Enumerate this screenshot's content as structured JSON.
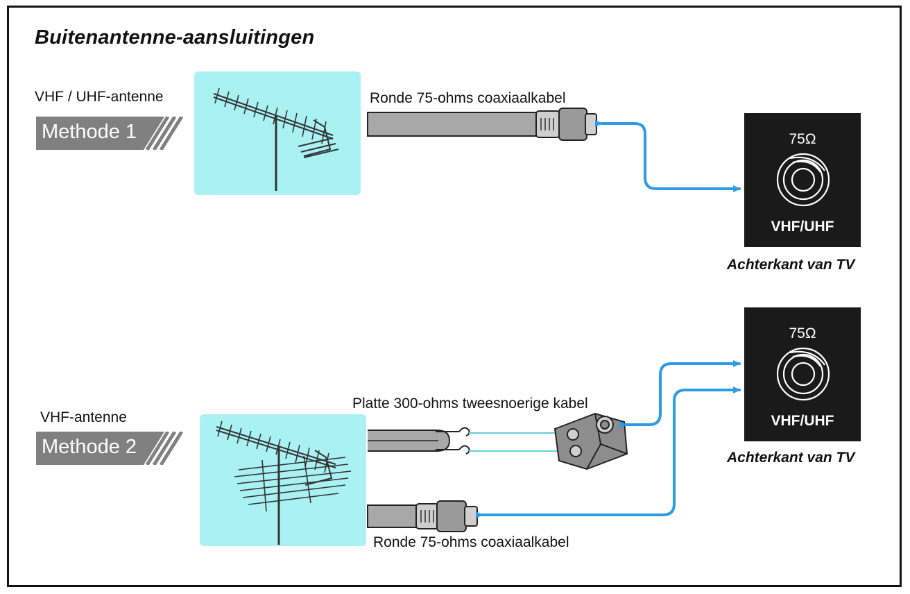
{
  "title": "Buitenantenne-aansluitingen",
  "method1": {
    "antenna_label": "VHF / UHF-antenne",
    "method_label": "Methode 1",
    "cable_label": "Ronde 75-ohms coaxiaalkabel"
  },
  "method2": {
    "antenna_label": "VHF-antenne",
    "method_label": "Methode 2",
    "flat_cable_label": "Platte 300-ohms tweesnoerige kabel",
    "coax_cable_label": "Ronde 75-ohms coaxiaalkabel"
  },
  "tv_panel": {
    "impedance": "75Ω",
    "band": "VHF/UHF",
    "caption": "Achterkant van TV"
  },
  "colors": {
    "arrow_blue": "#2f9be8",
    "antenna_bg": "#a9f1f3",
    "panel_bg": "#1a1a1a",
    "method_tag": "#808080"
  }
}
